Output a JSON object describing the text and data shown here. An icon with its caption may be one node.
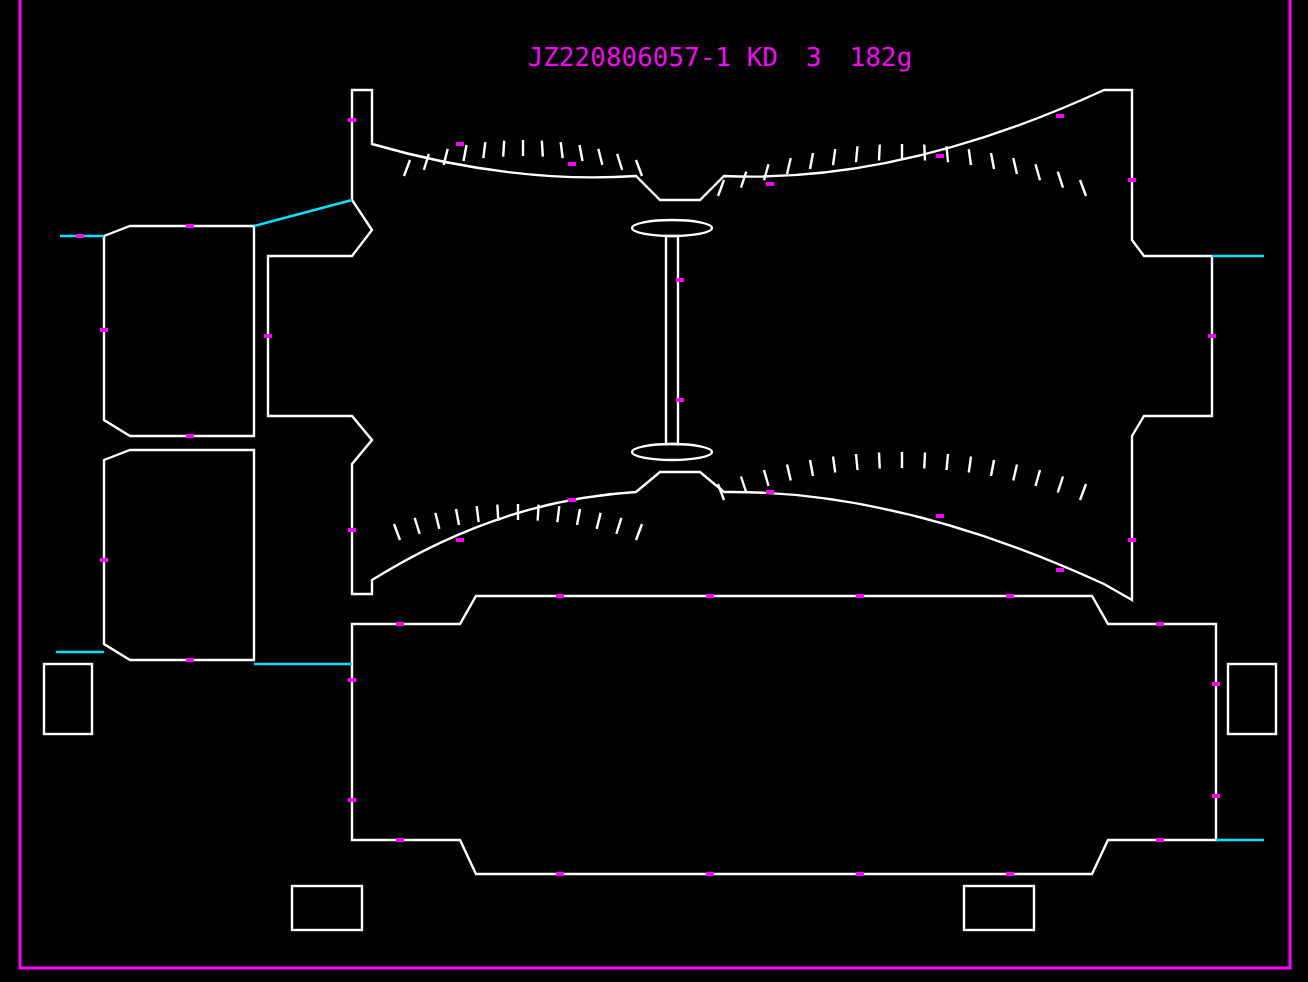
{
  "diagram": {
    "title": "JZ220806057-1 KD",
    "labels": [
      "3",
      "182g"
    ]
  }
}
